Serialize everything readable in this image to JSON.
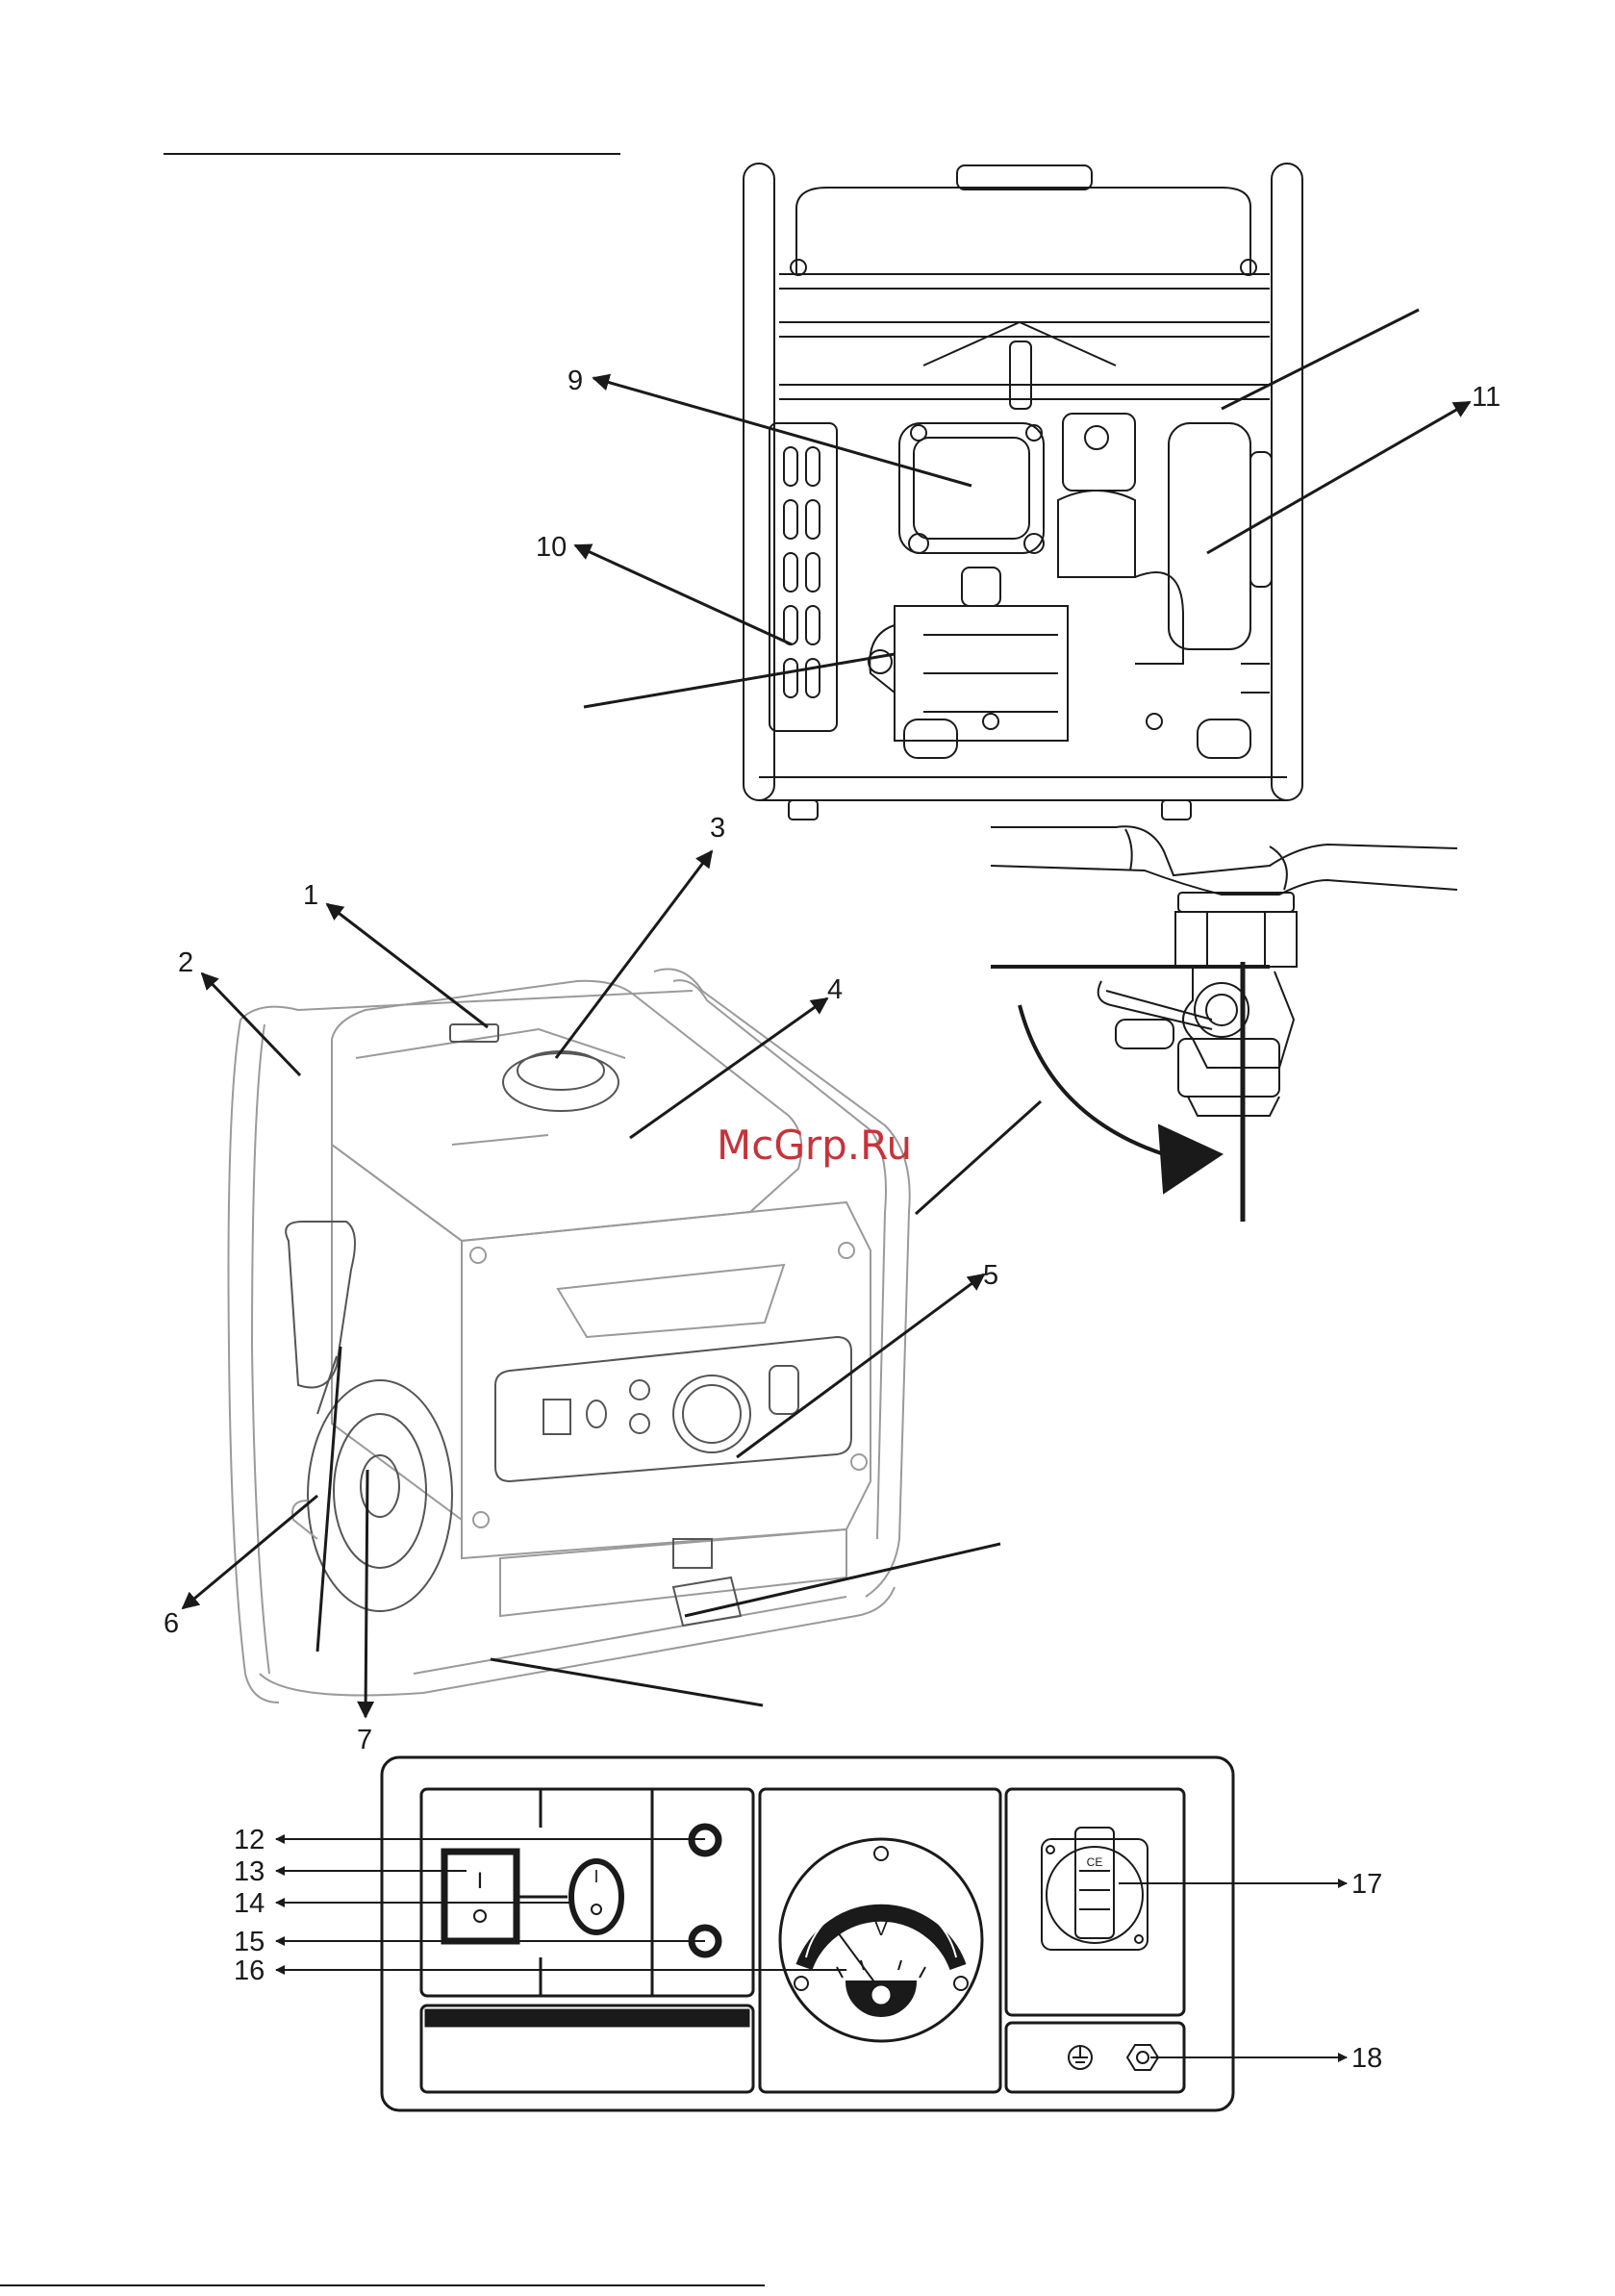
{
  "watermark": "McGrp.Ru",
  "callouts": {
    "c1": "1",
    "c2": "2",
    "c3": "3",
    "c4": "4",
    "c5": "5",
    "c6": "6",
    "c7": "7",
    "c9": "9",
    "c10": "10",
    "c11": "11",
    "c12": "12",
    "c13": "13",
    "c14": "14",
    "c15": "15",
    "c16": "16",
    "c17": "17",
    "c18": "18"
  },
  "panel": {
    "switch_on": "I",
    "switch_off": "O",
    "meter_unit": "V",
    "socket_mark": "CE"
  },
  "colors": {
    "line": "#1a1a1a",
    "light": "#9a9a9a",
    "watermark": "#c8323a"
  }
}
